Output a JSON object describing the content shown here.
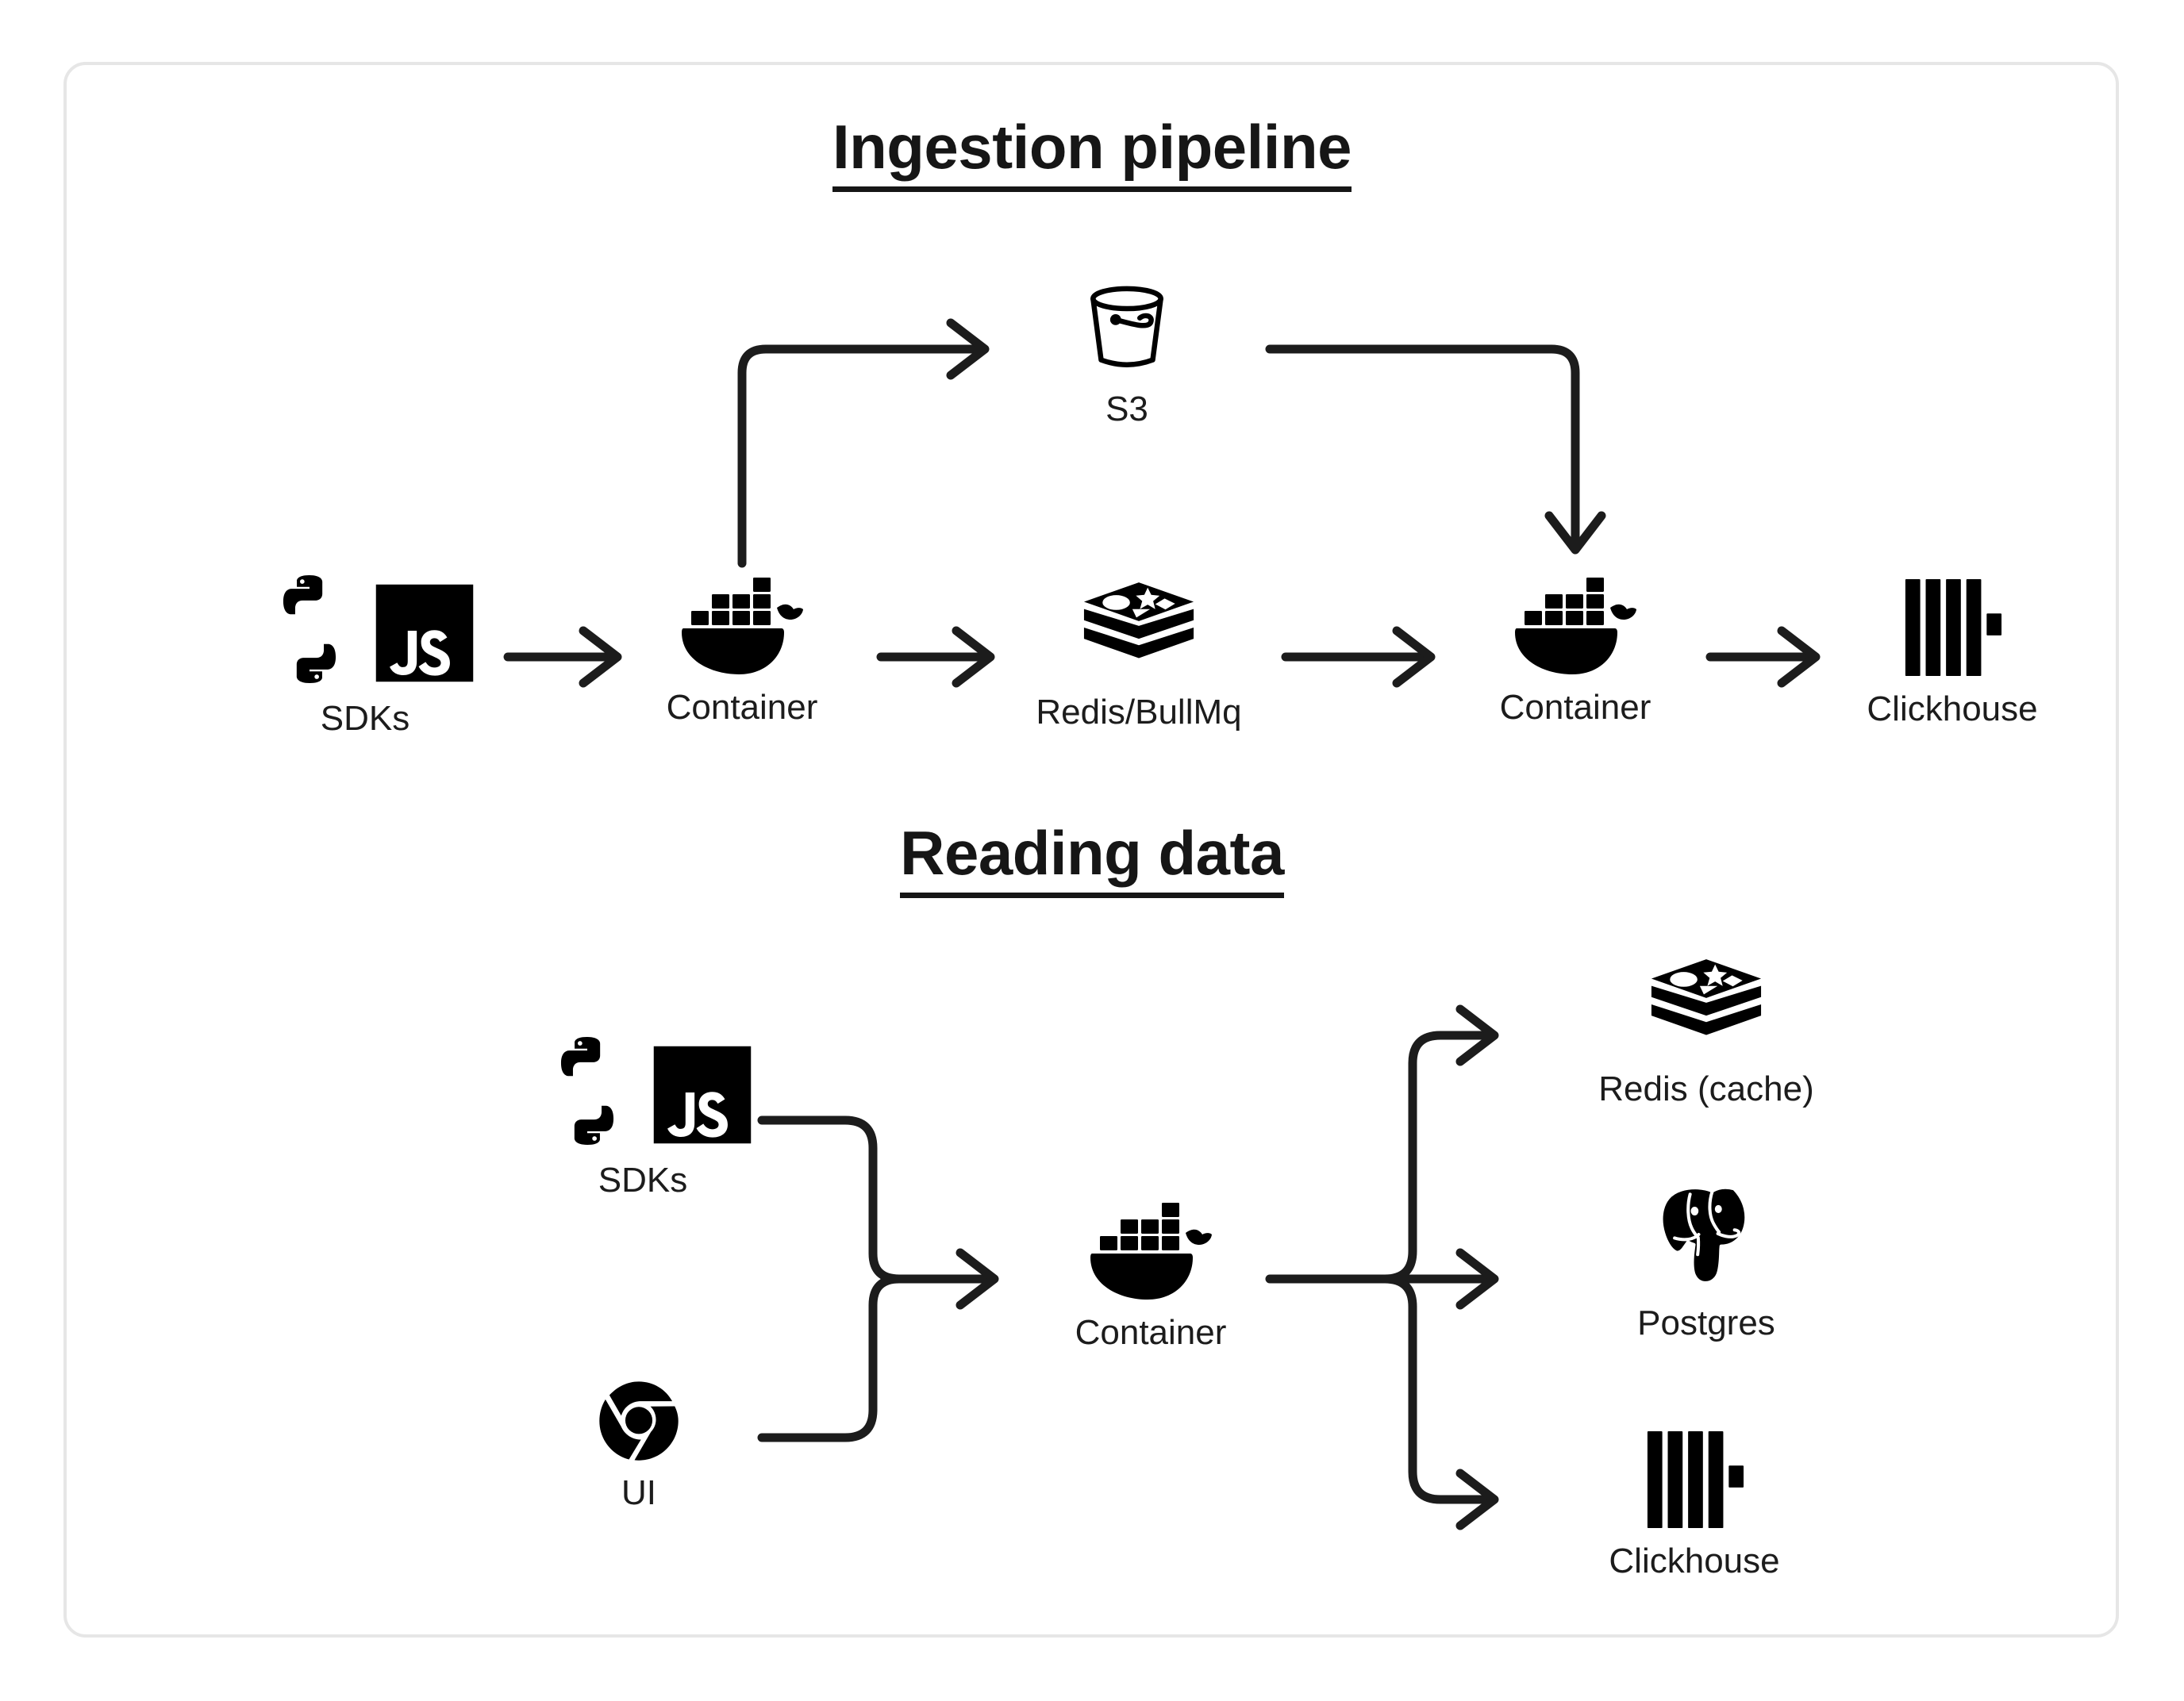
{
  "card": {
    "border_color": "#e6e6e6",
    "background": "#ffffff"
  },
  "accent_color": "#1c1c1c",
  "sections": [
    {
      "id": "ingestion",
      "title": "Ingestion pipeline",
      "nodes": [
        {
          "id": "sdks-1",
          "label": "SDKs",
          "icons": [
            "python-icon",
            "javascript-icon"
          ]
        },
        {
          "id": "container-1",
          "label": "Container",
          "icons": [
            "docker-icon"
          ]
        },
        {
          "id": "s3",
          "label": "S3",
          "icons": [
            "s3-bucket-icon"
          ]
        },
        {
          "id": "redis-bullmq",
          "label": "Redis/BullMq",
          "icons": [
            "redis-icon"
          ]
        },
        {
          "id": "container-2",
          "label": "Container",
          "icons": [
            "docker-icon"
          ]
        },
        {
          "id": "clickhouse-1",
          "label": "Clickhouse",
          "icons": [
            "clickhouse-icon"
          ]
        }
      ],
      "edges": [
        {
          "from": "sdks-1",
          "to": "container-1",
          "style": "straight-arrow"
        },
        {
          "from": "container-1",
          "to": "s3",
          "style": "elbow-up-right-arrow"
        },
        {
          "from": "container-1",
          "to": "redis-bullmq",
          "style": "straight-arrow"
        },
        {
          "from": "s3",
          "to": "container-2",
          "style": "elbow-right-down-arrow"
        },
        {
          "from": "redis-bullmq",
          "to": "container-2",
          "style": "straight-arrow"
        },
        {
          "from": "container-2",
          "to": "clickhouse-1",
          "style": "straight-arrow"
        }
      ]
    },
    {
      "id": "reading",
      "title": "Reading data",
      "nodes": [
        {
          "id": "sdks-2",
          "label": "SDKs",
          "icons": [
            "python-icon",
            "javascript-icon"
          ]
        },
        {
          "id": "ui",
          "label": "UI",
          "icons": [
            "chrome-icon"
          ]
        },
        {
          "id": "container-3",
          "label": "Container",
          "icons": [
            "docker-icon"
          ]
        },
        {
          "id": "redis-cache",
          "label": "Redis (cache)",
          "icons": [
            "redis-icon"
          ]
        },
        {
          "id": "postgres",
          "label": "Postgres",
          "icons": [
            "postgres-icon"
          ]
        },
        {
          "id": "clickhouse-2",
          "label": "Clickhouse",
          "icons": [
            "clickhouse-icon"
          ]
        }
      ],
      "edges": [
        {
          "from": "sdks-2",
          "to": "container-3",
          "style": "merge-arrow"
        },
        {
          "from": "ui",
          "to": "container-3",
          "style": "merge-arrow"
        },
        {
          "from": "container-3",
          "to": "redis-cache",
          "style": "branch-up-arrow"
        },
        {
          "from": "container-3",
          "to": "postgres",
          "style": "branch-straight-arrow"
        },
        {
          "from": "container-3",
          "to": "clickhouse-2",
          "style": "branch-down-arrow"
        }
      ]
    }
  ]
}
